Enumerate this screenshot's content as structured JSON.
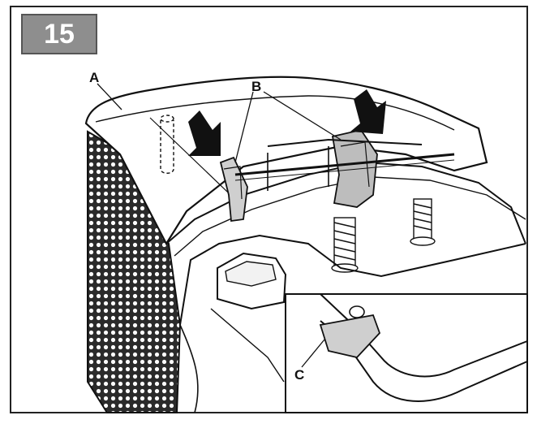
{
  "step": {
    "number": "15"
  },
  "callouts": {
    "a": "A",
    "b": "B",
    "c": "C"
  },
  "colors": {
    "badge": "#8e8e8e",
    "line": "#111111",
    "grille": "#333333",
    "bracket_fill": "#bdbdbd",
    "arrow": "#111111"
  }
}
